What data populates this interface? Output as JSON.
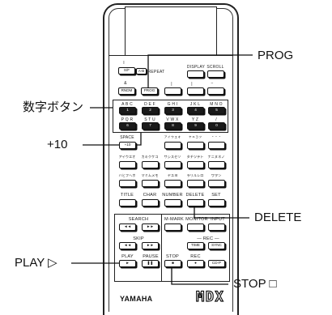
{
  "callouts": {
    "prog": "PROG",
    "numeric": "数字ボタン",
    "plus10": "+10",
    "delete": "DELETE",
    "play": "PLAY ▷",
    "stop": "STOP □"
  },
  "labels": {
    "repeat": "REPEAT",
    "display": "DISPLAY",
    "scroll": "SCROLL",
    "i_mark": "I",
    "rndm": "&",
    "sep1": "|",
    "sep2": "|",
    "dash": "−",
    "row_abc": [
      "A B C",
      "D E F",
      "G H I",
      "J K L",
      "M N O"
    ],
    "row_pqr": [
      "P Q R",
      "S T U",
      "V W X",
      "Y Z",
      "/"
    ],
    "space": "SPACE",
    "kana_top": [
      "ァィゥェォ",
      "ャュョッ",
      "・・・"
    ],
    "kana_row1": [
      "アイウエオ",
      "カキクケコ",
      "サシスセソ",
      "タチツテト",
      "ナニヌネノ"
    ],
    "kana_row2": [
      "ハヒフヘホ",
      "マミムメモ",
      "ヤユヨ",
      "ラリルレロ",
      "ワヲン"
    ],
    "title": "TITLE",
    "char": "CHAR",
    "number": "NUMBER",
    "delete": "DELETE",
    "set": "SET",
    "search": "SEARCH",
    "skip": "SKIP",
    "mmark": "M-MARK",
    "monitor": "MONITOR",
    "input": "INPUT",
    "rec_group": "— REC —",
    "play": "PLAY",
    "pause": "PAUSE",
    "stop": "STOP",
    "rec": "REC"
  },
  "buttons": {
    "sf": "S/F",
    "ab": "A-B",
    "rndm": "RNDM",
    "prog": "PROG",
    "digits": [
      "1",
      "2",
      "3",
      "4",
      "5",
      "6",
      "7",
      "8",
      "9",
      "0"
    ],
    "plus10": "+10",
    "rew": "◄◄",
    "ff": "►►",
    "time": "TIME",
    "sync": "SYNC",
    "play": "►",
    "pause": "❚❚",
    "stop": "■",
    "rec": "●",
    "cdp": "CD-P"
  },
  "brand": {
    "maker": "YAMAHA",
    "model": "MDX"
  }
}
